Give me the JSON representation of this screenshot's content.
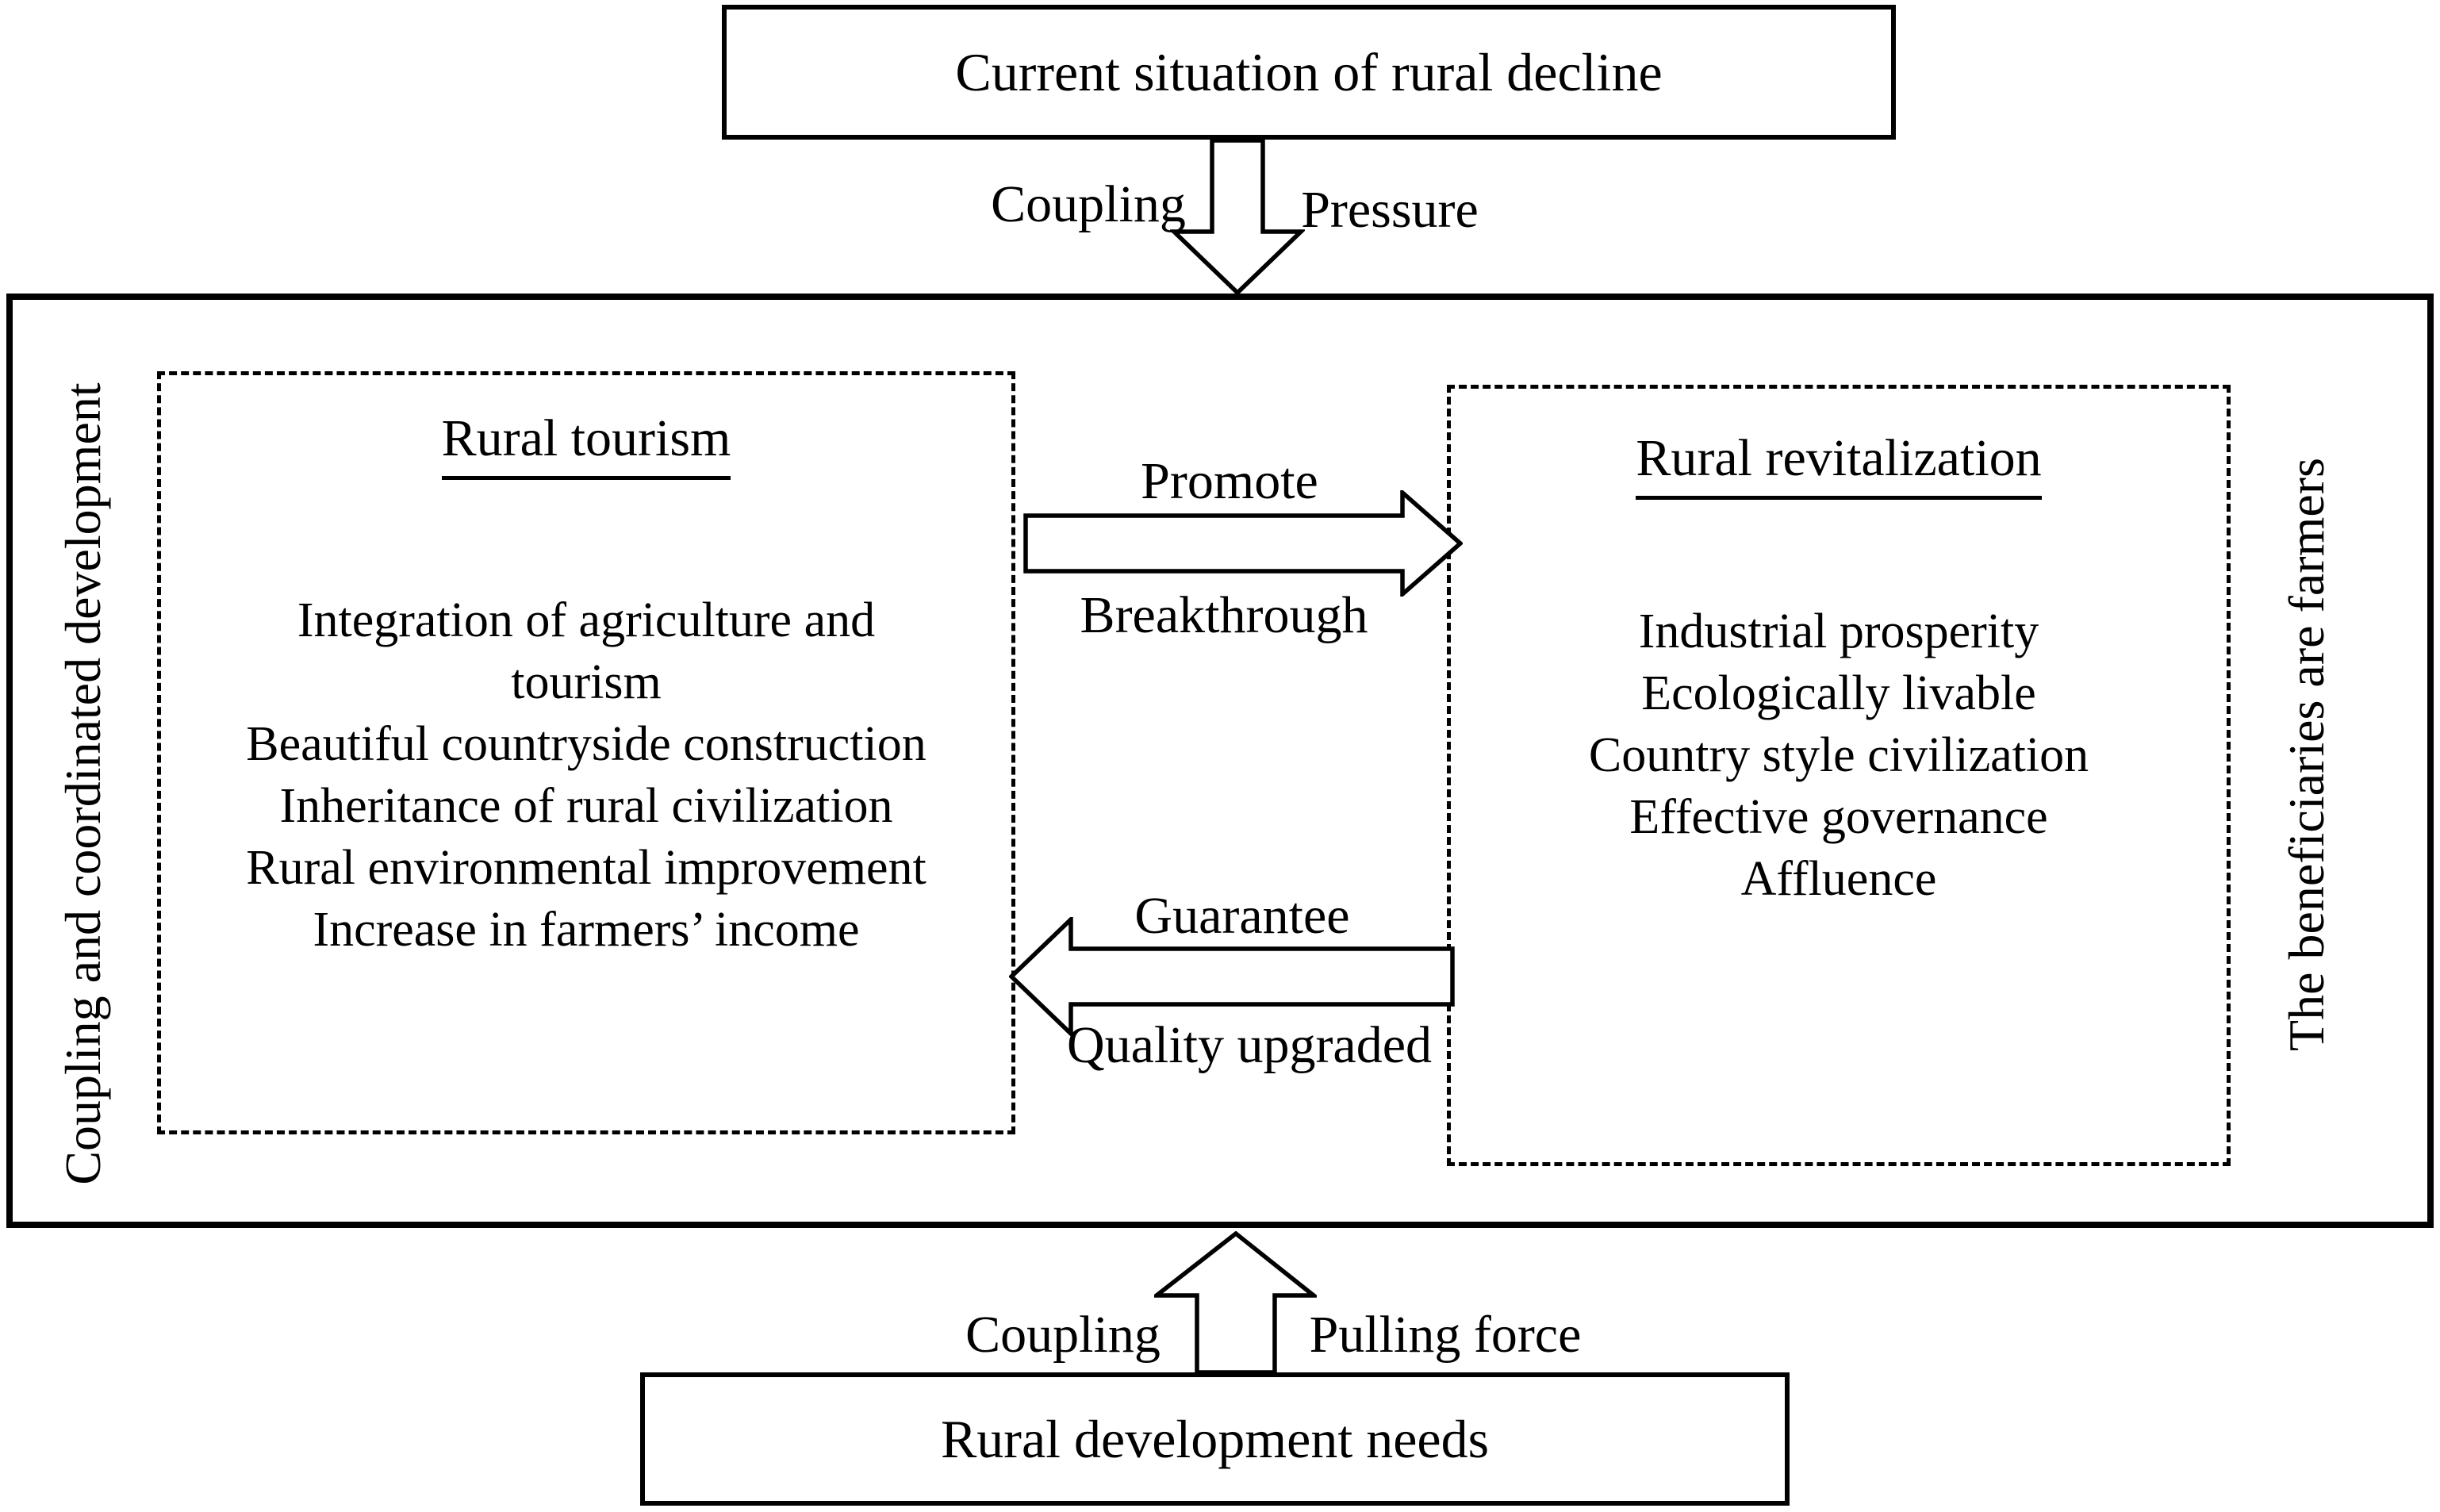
{
  "top_box": {
    "label": "Current situation of rural decline"
  },
  "top_arrow": {
    "direction": "down",
    "left_label": "Coupling",
    "right_label": "Pressure"
  },
  "outer_region": {
    "left_vertical_label": "Coupling and coordinated development",
    "right_vertical_label": "The beneficiaries are farmers"
  },
  "tourism_box": {
    "title": "Rural tourism",
    "items": [
      "Integration of agriculture and tourism",
      "Beautiful countryside construction",
      "Inheritance of rural civilization",
      "Rural environmental improvement",
      "Increase in farmers’ income"
    ]
  },
  "revitalization_box": {
    "title": "Rural revitalization",
    "items": [
      "Industrial prosperity",
      "Ecologically livable",
      "Country style civilization",
      "Effective governance",
      "Affluence"
    ]
  },
  "promote_arrow": {
    "direction": "right",
    "top_label": "Promote",
    "bottom_label": "Breakthrough"
  },
  "guarantee_arrow": {
    "direction": "left",
    "top_label": "Guarantee",
    "bottom_label": "Quality upgraded"
  },
  "bottom_arrow": {
    "direction": "up",
    "left_label": "Coupling",
    "right_label": "Pulling force"
  },
  "bottom_box": {
    "label": "Rural development needs"
  },
  "colors": {
    "line": "#000000",
    "background": "#ffffff"
  }
}
